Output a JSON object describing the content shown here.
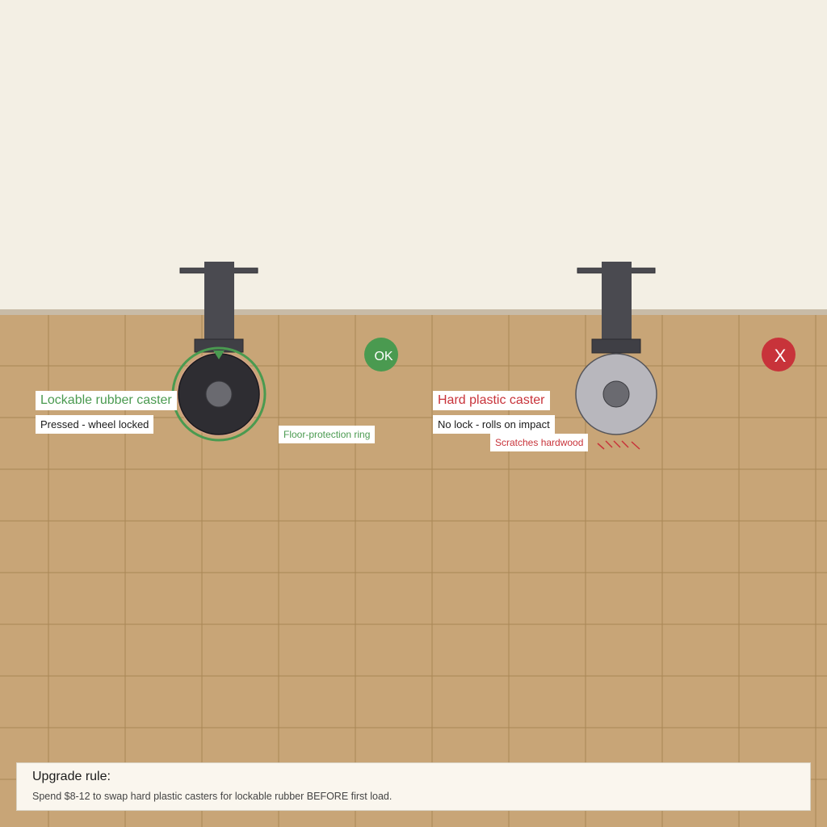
{
  "colors": {
    "good": "#4a9a50",
    "bad": "#c8333a",
    "wall": "#f3efe4",
    "floor": "#c8a577",
    "floor_grid": "#a98656",
    "caster_metal": "#4a4a50",
    "rubber_wheel": "#2e2d32",
    "plastic_wheel": "#b8b7bd"
  },
  "left_caster": {
    "title": "Lockable rubber caster",
    "status": "Pressed - wheel locked",
    "ring_note": "Floor-protection ring",
    "badge": "OK",
    "icon": "lock-pressed-arrow-icon"
  },
  "right_caster": {
    "title": "Hard plastic caster",
    "status": "No lock - rolls on impact",
    "damage_note": "Scratches hardwood",
    "badge": "X",
    "icon": "scratch-marks-icon"
  },
  "rule": {
    "title": "Upgrade rule:",
    "text": "Spend $8-12 to swap hard plastic casters for lockable rubber BEFORE first load."
  }
}
